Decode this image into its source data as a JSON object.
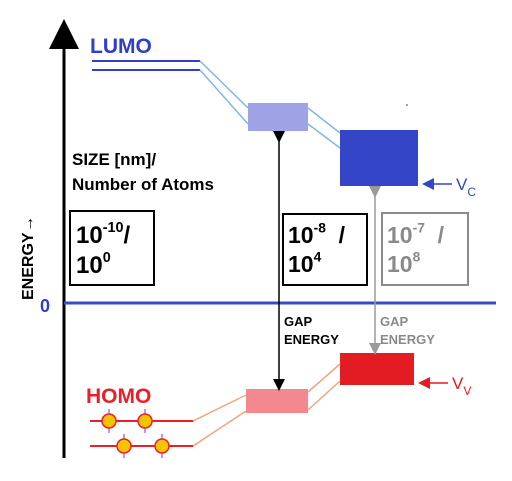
{
  "axis": {
    "label": "ENERGY",
    "arrow_glyph": "→",
    "zero_label": "0"
  },
  "levels": {
    "lumo_label": "LUMO",
    "homo_label": "HOMO",
    "vc_main": "V",
    "vc_sub": "C",
    "vv_main": "V",
    "vv_sub": "V"
  },
  "size_title": {
    "line1": "SIZE [nm]/",
    "line2": "Number of Atoms"
  },
  "boxes": [
    {
      "base1": "10",
      "exp1": "-10",
      "sep": "/",
      "base2": "10",
      "exp2": "0"
    },
    {
      "base1": "10",
      "exp1": "-8",
      "sep": "/",
      "base2": "10",
      "exp2": "4"
    },
    {
      "base1": "10",
      "exp1": "-7",
      "sep": "/",
      "base2": "10",
      "exp2": "8"
    }
  ],
  "gaps": [
    {
      "line1": "GAP",
      "line2": "ENERGY"
    },
    {
      "line1": "GAP",
      "line2": "ENERGY"
    }
  ],
  "colors": {
    "axis": "#000000",
    "zero_line": "#3a4bc4",
    "lumo": "#2f3fc8",
    "homo": "#e8202a",
    "lumo_light": "#9fa3e6",
    "lumo_dark": "#3545c8",
    "homo_light": "#f3898f",
    "homo_dark": "#e31b23",
    "connector_blue": "#7fb6e6",
    "connector_red": "#f3a37e",
    "electron_fill": "#f5c400",
    "electron_edge": "#e8202a",
    "grey_text": "#8a8a8a"
  }
}
